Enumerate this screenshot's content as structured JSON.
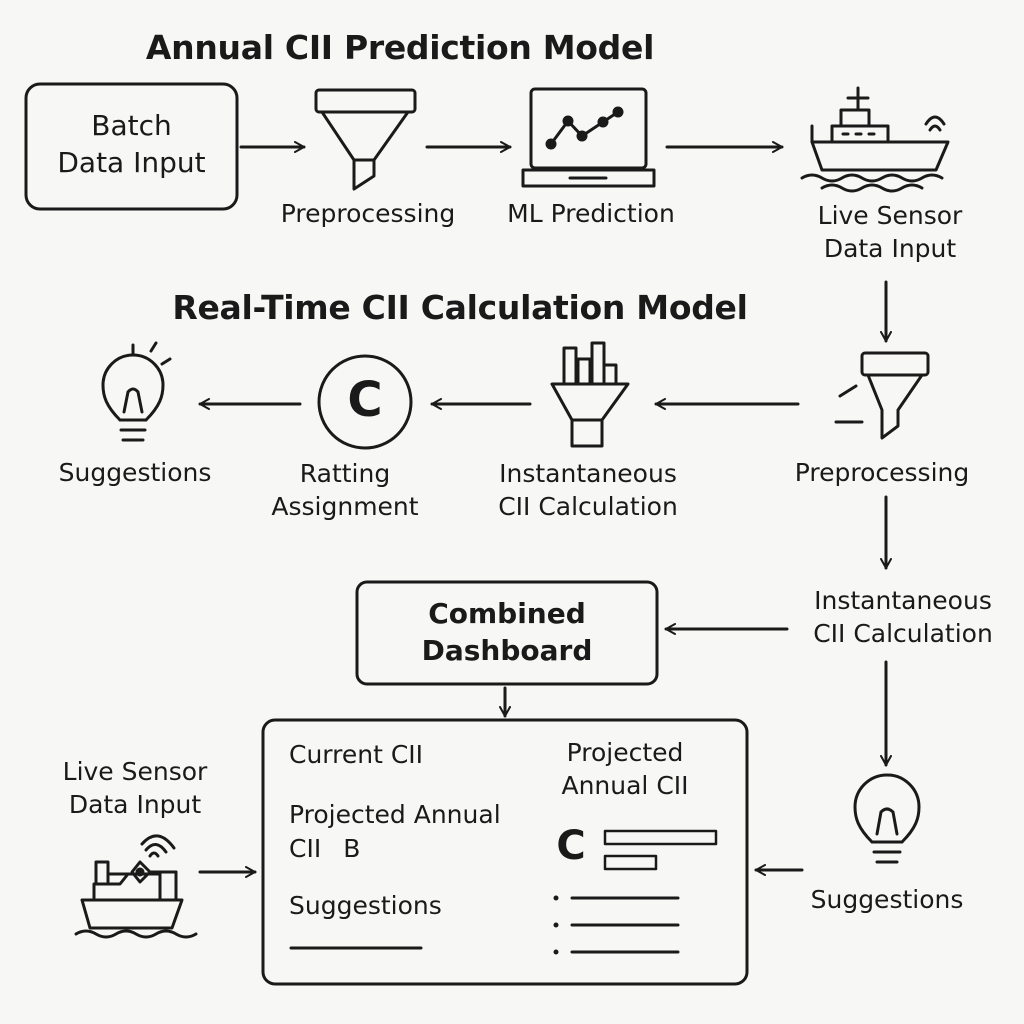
{
  "sections": {
    "annual_title": "Annual CII Prediction  Model",
    "realtime_title": "Real-Time CII Calculation Model"
  },
  "annual": {
    "batch_input_line1": "Batch",
    "batch_input_line2": "Data Input",
    "preprocessing": "Preprocessing",
    "ml_prediction": "ML Prediction",
    "live_sensor_line1": "Live Sensor",
    "live_sensor_line2": "Data Input"
  },
  "realtime": {
    "suggestions": "Suggestions",
    "rating_line1": "Ratting",
    "rating_line2": "Assignment",
    "rating_symbol": "C",
    "instant_line1": "Instantaneous",
    "instant_line2": "CII Calculation",
    "preprocessing": "Preprocessing"
  },
  "right_column": {
    "instant_line1": "Instantaneous",
    "instant_line2": "CII Calculation",
    "suggestions": "Suggestions"
  },
  "combined": {
    "line1": "Combined",
    "line2": "Dashboard"
  },
  "dashboard": {
    "current_cii": "Current CII",
    "projected_annual_line1": "Projected Annual",
    "projected_annual_line2": "CII",
    "grade": "B",
    "suggestions": "Suggestions",
    "projected_line1": "Projected",
    "projected_line2": "Annual CII",
    "rating_letter": "C"
  },
  "left_live_sensor": {
    "line1": "Live Sensor",
    "line2": "Data Input"
  },
  "icons": [
    "funnel-icon",
    "laptop-chart-icon",
    "ship-icon",
    "lightbulb-icon",
    "rating-circle-icon",
    "calc-funnel-icon",
    "sensor-ship-icon"
  ],
  "colors": {
    "ink": "#1a1a1a",
    "background": "#f7f7f6"
  }
}
